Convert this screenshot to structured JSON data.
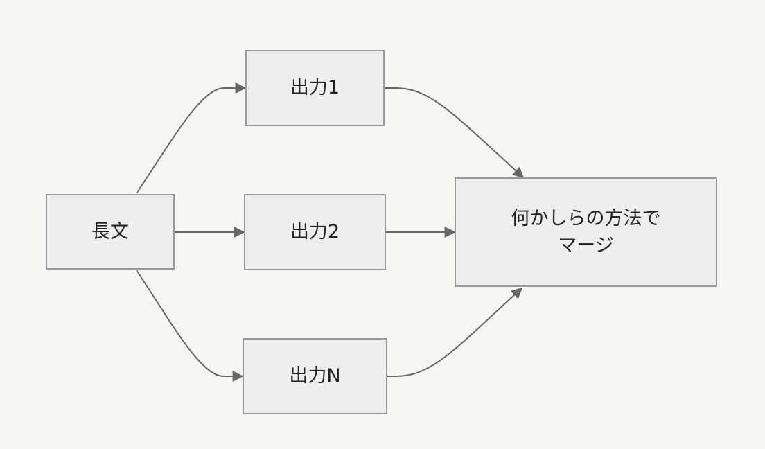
{
  "diagram": {
    "colors": {
      "background": "#f7f6f3",
      "node_fill": "#eeeeee",
      "node_border": "#999999",
      "edge": "#666666",
      "text": "#222222"
    },
    "nodes": [
      {
        "id": "long-text",
        "label": "長文"
      },
      {
        "id": "output-1",
        "label": "出力1"
      },
      {
        "id": "output-2",
        "label": "出力2"
      },
      {
        "id": "output-n",
        "label": "出力N"
      },
      {
        "id": "merge",
        "label": "何かしらの方法で\nマージ"
      }
    ],
    "edges": [
      {
        "from": "long-text",
        "to": "output-1"
      },
      {
        "from": "long-text",
        "to": "output-2"
      },
      {
        "from": "long-text",
        "to": "output-n"
      },
      {
        "from": "output-1",
        "to": "merge"
      },
      {
        "from": "output-2",
        "to": "merge"
      },
      {
        "from": "output-n",
        "to": "merge"
      }
    ]
  }
}
